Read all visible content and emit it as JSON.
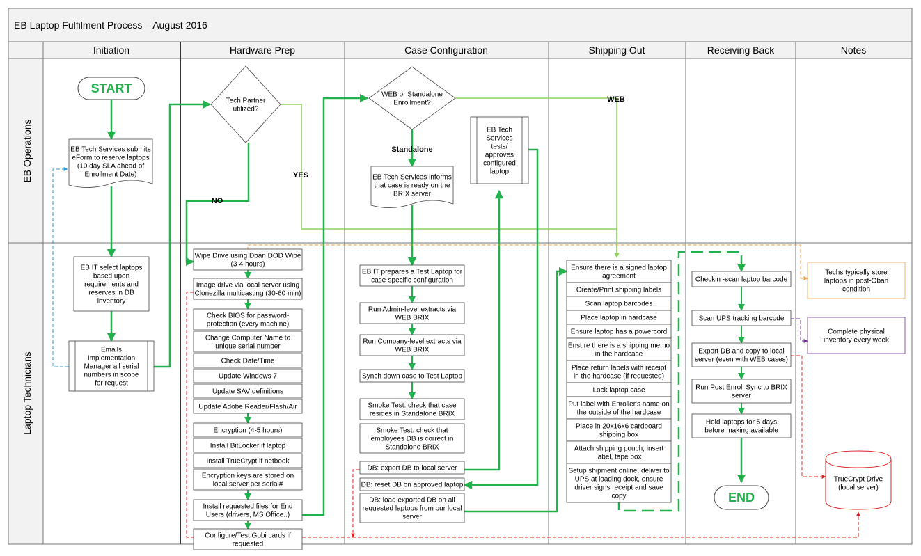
{
  "title": "EB Laptop Fulfilment Process – August 2016",
  "phases": [
    "Initiation",
    "Hardware Prep",
    "Case Configuration",
    "Shipping Out",
    "Receiving Back",
    "Notes"
  ],
  "lanes": [
    "EB Operations",
    "Laptop Technicians"
  ],
  "start_label": "START",
  "end_label": "END",
  "initiation": {
    "submit_eform": [
      "EB Tech Services submits",
      "eForm to reserve laptops",
      "(10 day SLA ahead of",
      "Enrollment Date)"
    ],
    "select_laptops": [
      "EB IT select laptops",
      "based upon",
      "requirements and",
      "reserves in DB",
      "inventory"
    ],
    "email_manager": [
      "Emails",
      "Implementation",
      "Manager all serial",
      "numbers in scope",
      "for request"
    ]
  },
  "hardware": {
    "decision": [
      "Tech Partner",
      "utilized?"
    ],
    "no_label": "NO",
    "yes_label": "YES",
    "steps": [
      [
        "Wipe Drive using Dban DOD Wipe",
        "(3-4 hours)"
      ],
      [
        "Image drive via local server using",
        "Clonezilla multicasting (30-60 min)"
      ],
      [
        "Check BIOS for password-",
        "protection (every machine)"
      ],
      [
        "Change Computer Name to",
        "unique serial number"
      ],
      [
        "Check Date/Time"
      ],
      [
        "Update Windows 7"
      ],
      [
        "Update SAV definitions"
      ],
      [
        "Update Adobe Reader/Flash/Air"
      ],
      [
        "Encryption (4-5 hours)"
      ],
      [
        "Install BitLocker if laptop"
      ],
      [
        "Install TrueCrypt if netbook"
      ],
      [
        "Encryption keys are stored on",
        "local server per serial#"
      ],
      [
        "Install requested files for End",
        "Users (drivers, MS Office..)"
      ],
      [
        "Configure/Test Gobi cards if",
        "requested"
      ]
    ]
  },
  "case": {
    "decision": [
      "WEB or Standalone",
      "Enrollment?"
    ],
    "standalone_label": "Standalone",
    "web_label": "WEB",
    "informs": [
      "EB Tech Services informs",
      "that case is ready on the",
      "BRIX server"
    ],
    "tests": [
      "EB Tech",
      "Services",
      "tests/",
      "approves",
      "configured",
      "laptop"
    ],
    "steps": [
      [
        "EB IT prepares a Test Laptop for",
        "case-specific configuration"
      ],
      [
        "Run Admin-level extracts via",
        "WEB BRIX"
      ],
      [
        "Run Company-level extracts via",
        "WEB BRIX"
      ],
      [
        "Synch down case to Test Laptop"
      ],
      [
        "Smoke Test: check that case",
        "resides in Standalone BRIX"
      ],
      [
        "Smoke Test: check that",
        "employees DB is correct in",
        "Standalone BRIX"
      ],
      [
        "DB: export DB to local server"
      ],
      [
        "DB: reset DB on approved laptop"
      ],
      [
        "DB: load exported DB on all",
        "requested laptops from our local",
        "server"
      ]
    ]
  },
  "shipping": {
    "steps": [
      [
        "Ensure there is a signed laptop",
        "agreement"
      ],
      [
        "Create/Print shipping labels"
      ],
      [
        "Scan laptop barcodes"
      ],
      [
        "Place laptop in hardcase"
      ],
      [
        "Ensure laptop has a powercord"
      ],
      [
        "Ensure there is a shipping memo",
        "in the hardcase"
      ],
      [
        "Place return labels with receipt",
        "in the hardcase (if requested)"
      ],
      [
        "Lock laptop case"
      ],
      [
        "Put label with Enroller's name on",
        "the outside of the hardcase"
      ],
      [
        "Place in 20x16x6 cardboard",
        "shipping box"
      ],
      [
        "Attach shipping pouch, insert",
        "label, tape box"
      ],
      [
        "Setup shipment online, deliver to",
        "UPS at loading dock, ensure",
        "driver signs receipt and save",
        "copy"
      ]
    ]
  },
  "receiving": {
    "steps": [
      [
        "Checkin -scan laptop barcode"
      ],
      [
        "Scan UPS tracking barcode"
      ],
      [
        "Export DB and copy to local",
        "server (even with WEB cases)"
      ],
      [
        "Run Post Enroll Sync to BRIX",
        "server"
      ],
      [
        "Hold laptops for 5 days",
        "before making available"
      ]
    ]
  },
  "notes": {
    "oban": [
      "Techs typically store",
      "laptops in post-Oban",
      "condition"
    ],
    "inventory": [
      "Complete physical",
      "inventory every week"
    ],
    "truecrypt": [
      "TrueCrypt Drive",
      "(local server)"
    ]
  },
  "colors": {
    "green": "#22b14c",
    "light_green": "#8dd35f",
    "orange": "#f0a040",
    "purple": "#7030a0",
    "red": "#e02020",
    "blue": "#1f9fe0"
  }
}
